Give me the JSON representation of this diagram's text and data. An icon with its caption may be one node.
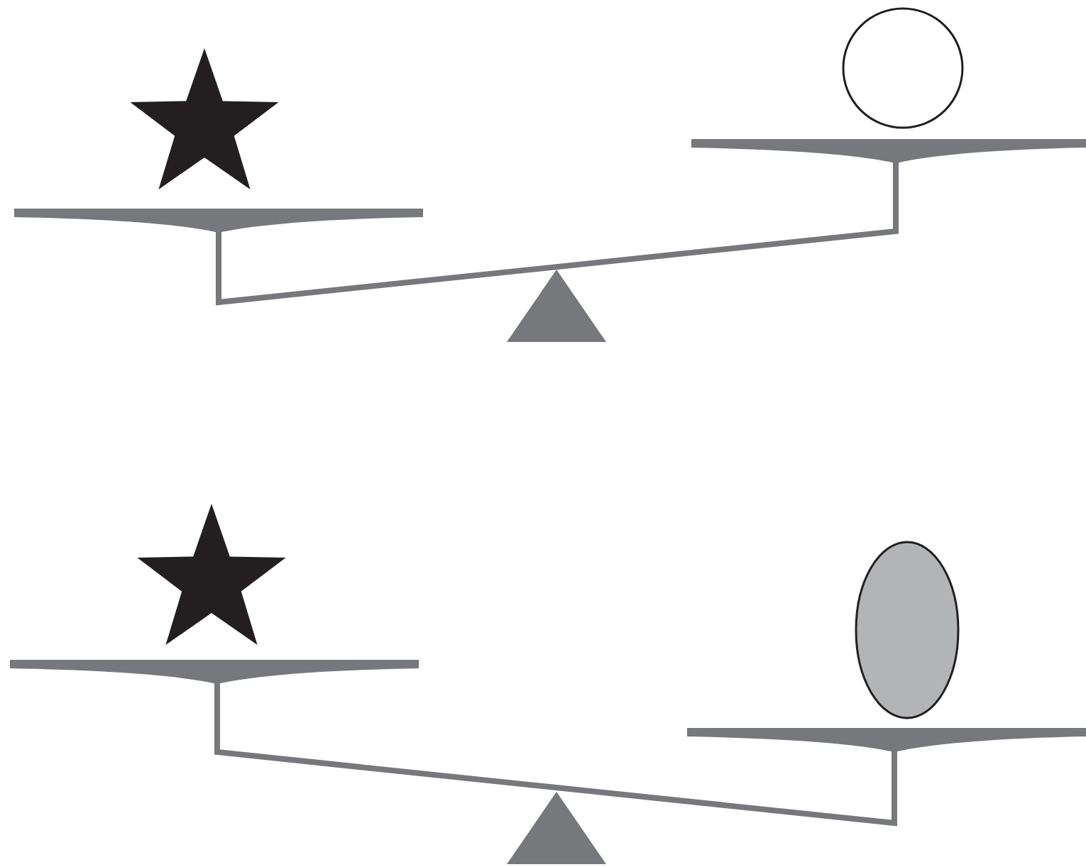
{
  "diagram": {
    "nodes": [
      {
        "text": [],
        "shape": "star"
      },
      {
        "text": [],
        "shape": "circle"
      },
      {
        "text": [],
        "shape": "star"
      },
      {
        "text": [],
        "shape": "ellipse"
      }
    ]
  }
}
